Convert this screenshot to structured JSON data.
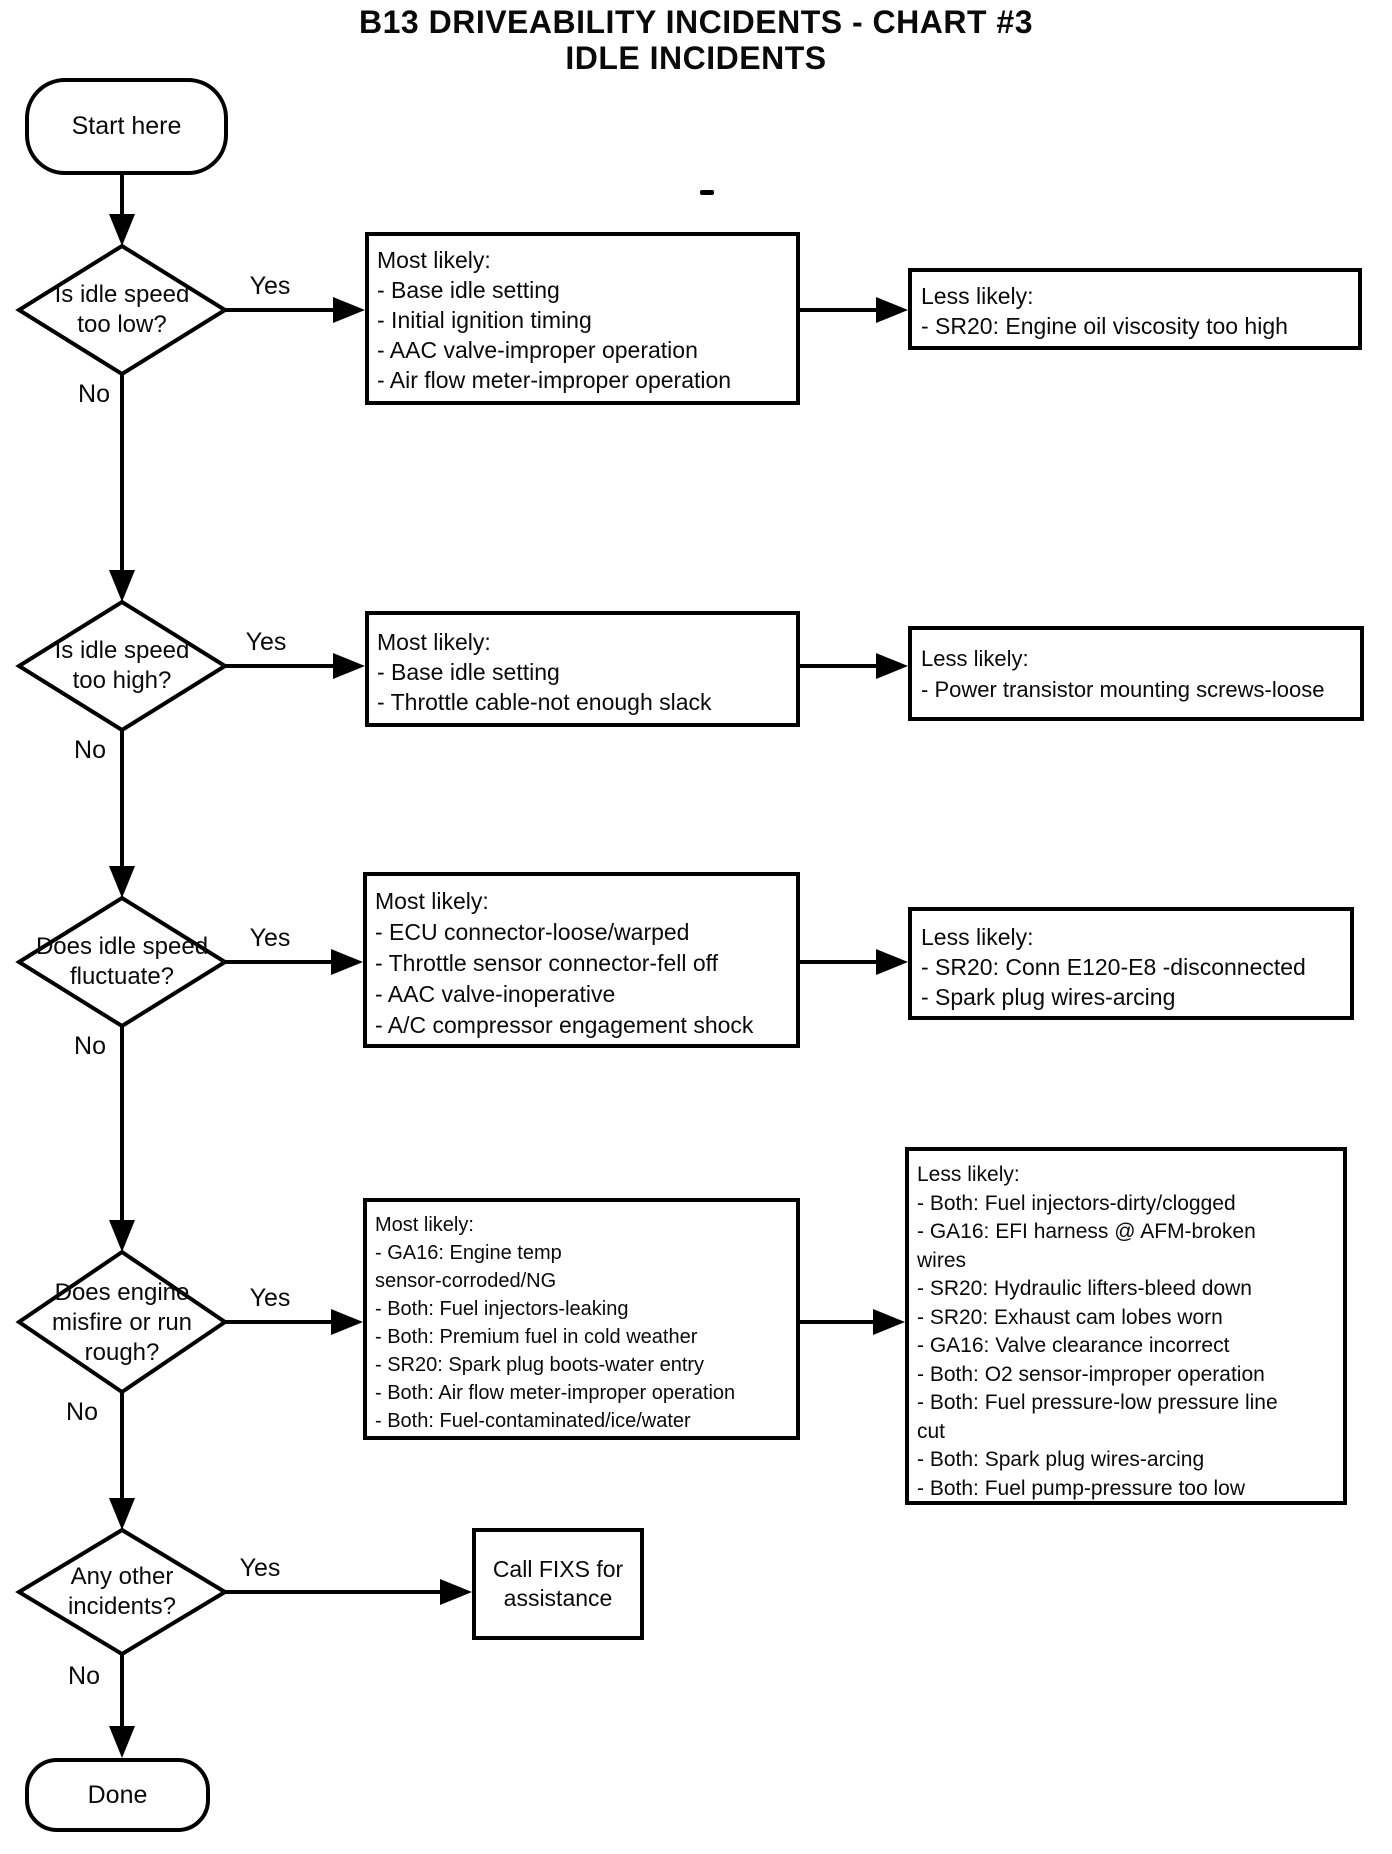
{
  "page": {
    "title_line1": "B13 DRIVEABILITY INCIDENTS - CHART #3",
    "title_line2": "IDLE INCIDENTS"
  },
  "flow": {
    "start_label": "Start here",
    "done_label": "Done",
    "yes_label": "Yes",
    "no_label": "No",
    "decisions": [
      {
        "lines": [
          "Is idle speed",
          "too low?"
        ]
      },
      {
        "lines": [
          "Is idle speed",
          "too high?"
        ]
      },
      {
        "lines": [
          "Does idle speed",
          "fluctuate?"
        ]
      },
      {
        "lines": [
          "Does engine",
          "misfire or run",
          "rough?"
        ]
      },
      {
        "lines": [
          "Any other",
          "incidents?"
        ]
      }
    ],
    "action_box": {
      "lines": [
        "Call FIXS for",
        "assistance"
      ]
    },
    "most_likely_boxes": [
      {
        "lines": [
          "Most likely:",
          "- Base idle setting",
          "- Initial ignition timing",
          "- AAC valve-improper operation",
          "- Air flow meter-improper operation"
        ]
      },
      {
        "lines": [
          "Most likely:",
          "- Base idle setting",
          "- Throttle cable-not enough slack"
        ]
      },
      {
        "lines": [
          "Most likely:",
          "- ECU connector-loose/warped",
          "- Throttle sensor connector-fell off",
          "- AAC valve-inoperative",
          "- A/C compressor engagement shock"
        ]
      },
      {
        "lines": [
          "Most likely:",
          "- GA16: Engine temp",
          "sensor-corroded/NG",
          "- Both: Fuel injectors-leaking",
          "- Both: Premium fuel in cold weather",
          "- SR20: Spark plug boots-water entry",
          "- Both: Air flow meter-improper operation",
          "- Both: Fuel-contaminated/ice/water"
        ]
      }
    ],
    "less_likely_boxes": [
      {
        "lines": [
          "Less likely:",
          "- SR20: Engine oil viscosity too high"
        ]
      },
      {
        "lines": [
          "Less likely:",
          "- Power transistor mounting screws-loose"
        ]
      },
      {
        "lines": [
          "Less likely:",
          "- SR20: Conn E120-E8 -disconnected",
          "- Spark plug wires-arcing"
        ]
      },
      {
        "lines": [
          "Less likely:",
          "- Both: Fuel injectors-dirty/clogged",
          "- GA16: EFI harness @ AFM-broken",
          "wires",
          "- SR20: Hydraulic lifters-bleed down",
          "- SR20: Exhaust cam lobes worn",
          "- GA16: Valve clearance incorrect",
          "- Both: O2 sensor-improper operation",
          "- Both: Fuel pressure-low pressure line",
          "cut",
          "- Both: Spark plug wires-arcing",
          "- Both: Fuel pump-pressure too low"
        ]
      }
    ]
  },
  "colors": {
    "ink": "#000000",
    "paper": "#ffffff"
  }
}
